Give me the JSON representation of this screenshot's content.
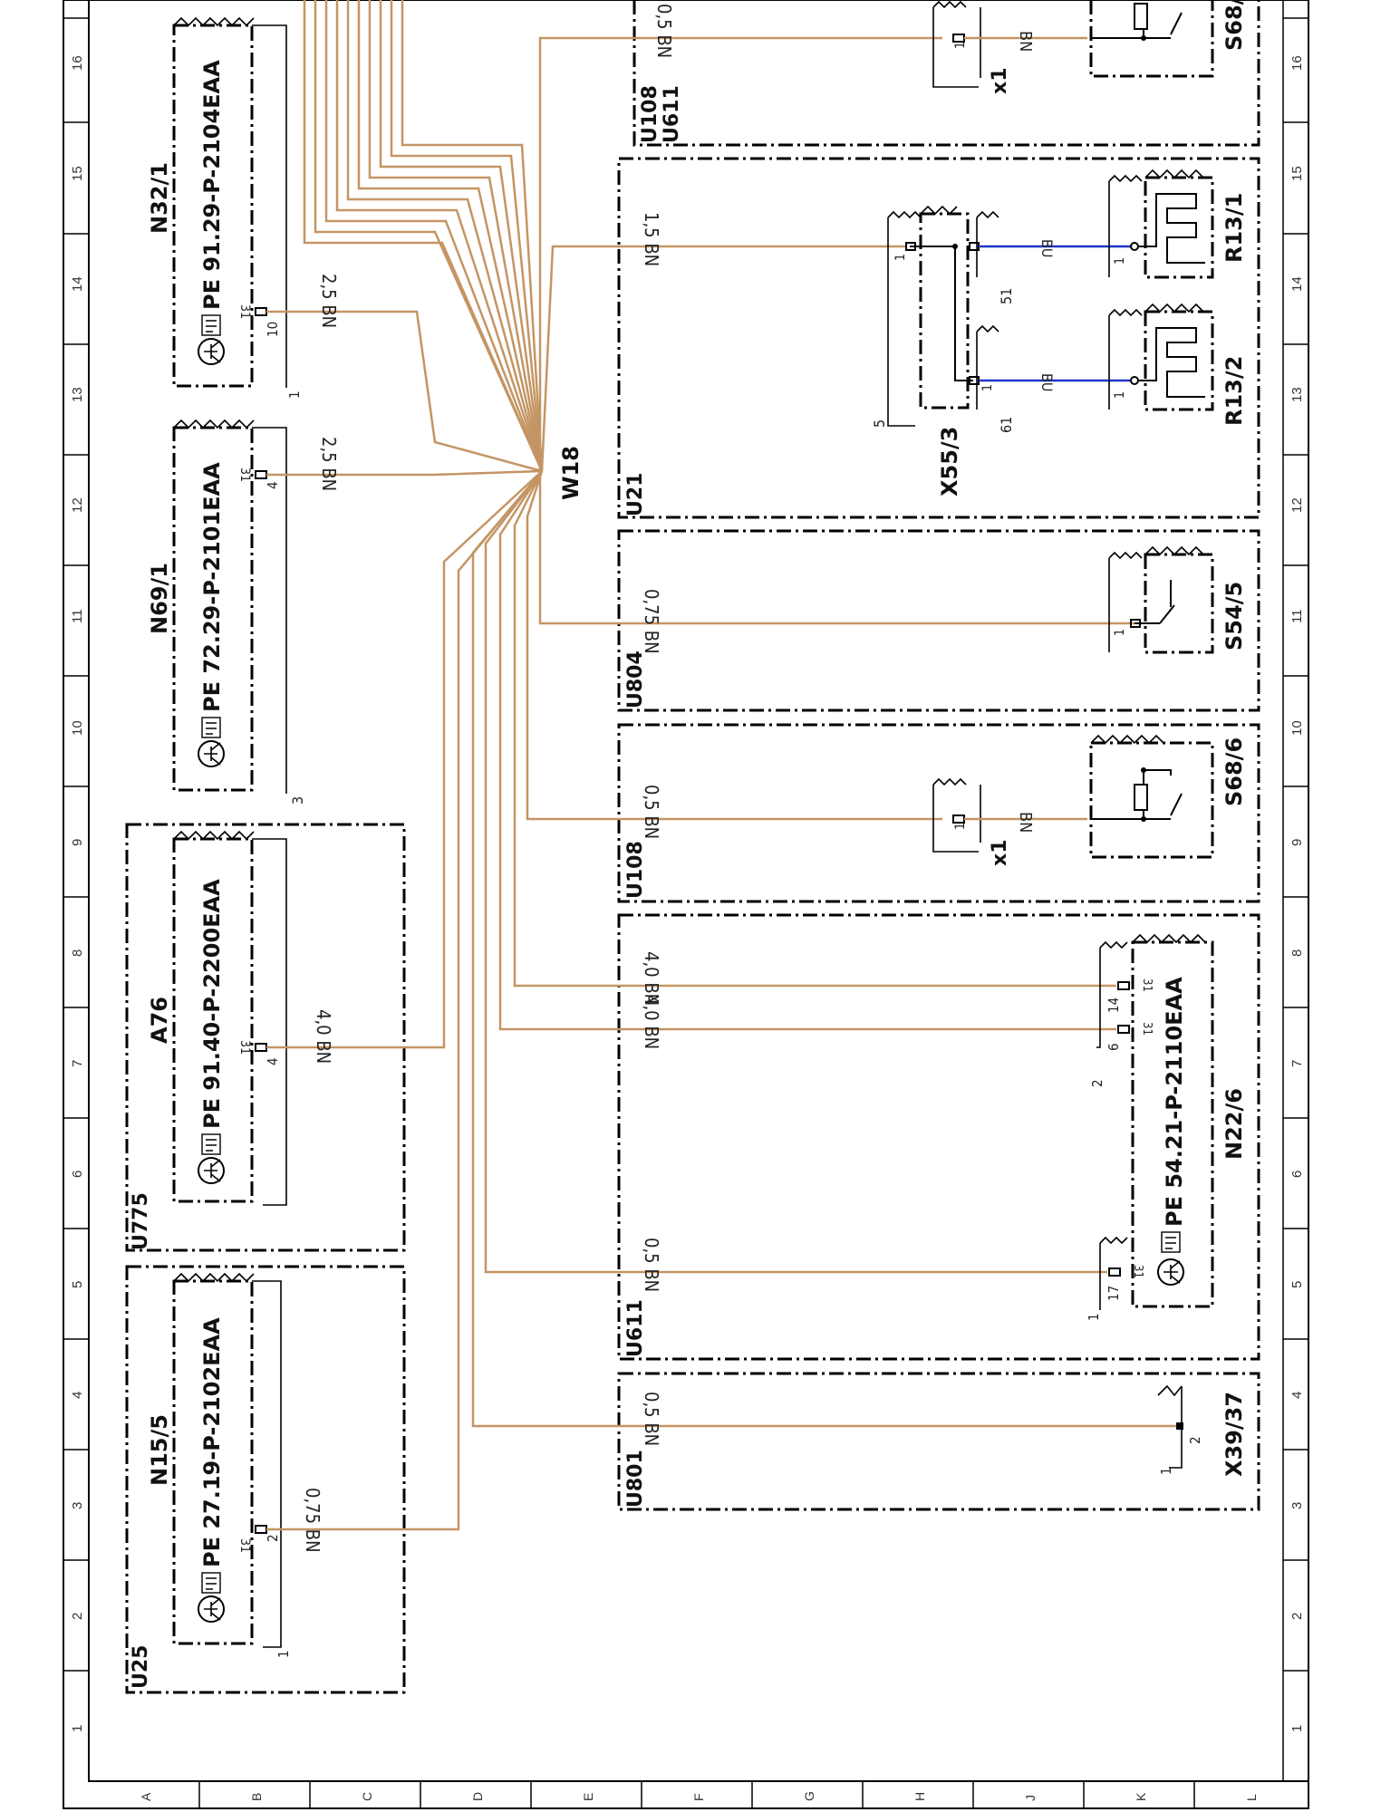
{
  "grid": {
    "row_numbers": [
      "1",
      "2",
      "3",
      "4",
      "5",
      "6",
      "7",
      "8",
      "9",
      "10",
      "11",
      "12",
      "13",
      "14",
      "15",
      "16"
    ],
    "column_letters": [
      "A",
      "B",
      "C",
      "D",
      "E",
      "F",
      "G",
      "H",
      "J",
      "K",
      "L"
    ]
  },
  "harness": {
    "label": "W18"
  },
  "groups": {
    "u25": "U25",
    "u775": "U775",
    "u801": "U801",
    "u611": "U611",
    "u108": "U108",
    "u804": "U804",
    "u21": "U21",
    "u108_top": "U108",
    "u611_top": "U611"
  },
  "components": {
    "n15_5": {
      "name": "N15/5",
      "doc": "PE 27.19-P-2102EAA",
      "pin_a": "2",
      "pin_b": "1",
      "pin_31": "31",
      "wire": "0,75 BN"
    },
    "a76": {
      "name": "A76",
      "doc": "PE 91.40-P-2200EAA",
      "pin_a": "4",
      "pin_31": "31",
      "wire": "4,0 BN"
    },
    "n69_1": {
      "name": "N69/1",
      "doc": "PE 72.29-P-2101EAA",
      "pin_a": "4",
      "pin_b": "3",
      "pin_31": "31",
      "wire": "2,5 BN"
    },
    "n32_1": {
      "name": "N32/1",
      "doc": "PE 91.29-P-2104EAA",
      "pin_a": "10",
      "pin_b": "1",
      "pin_31": "31",
      "wire": "2,5 BN"
    },
    "x39_37": {
      "name": "X39/37",
      "pin_1": "1",
      "pin_2": "2",
      "wire": "0,5 BN"
    },
    "n22_6": {
      "name": "N22/6",
      "doc": "PE 54.21-P-2110EAA",
      "pin_17": "17",
      "pin_1": "1",
      "pin_6": "6",
      "pin_14": "14",
      "pin_2": "2",
      "pin_31a": "31",
      "pin_31b": "31",
      "pin_31c": "31",
      "wire_a": "0,5 BN",
      "wire_b": "4,0 BN",
      "wire_c": "4,0 BN"
    },
    "s68_6": {
      "name": "S68/6",
      "x1": "x1",
      "pin": "1",
      "wire": "0,5 BN",
      "short": "BN"
    },
    "s54_5": {
      "name": "S54/5",
      "pin": "1",
      "wire": "0,75 BN"
    },
    "x55_3": {
      "name": "X55/3",
      "pin_1": "1",
      "pin_5": "5",
      "pin_51": "51",
      "pin_61": "61",
      "pin_1b": "1",
      "wire": "1,5 BN",
      "bu": "BU"
    },
    "r13_1": {
      "name": "R13/1",
      "pin": "1"
    },
    "r13_2": {
      "name": "R13/2",
      "pin": "1"
    },
    "s68_top": {
      "name": "S68/",
      "x1": "x1",
      "pin": "1",
      "wire": "0,5 BN",
      "short": "BN"
    }
  },
  "colors": {
    "wire_brown": "#c49564",
    "wire_blue": "#1f36c8",
    "ink": "#000000"
  }
}
